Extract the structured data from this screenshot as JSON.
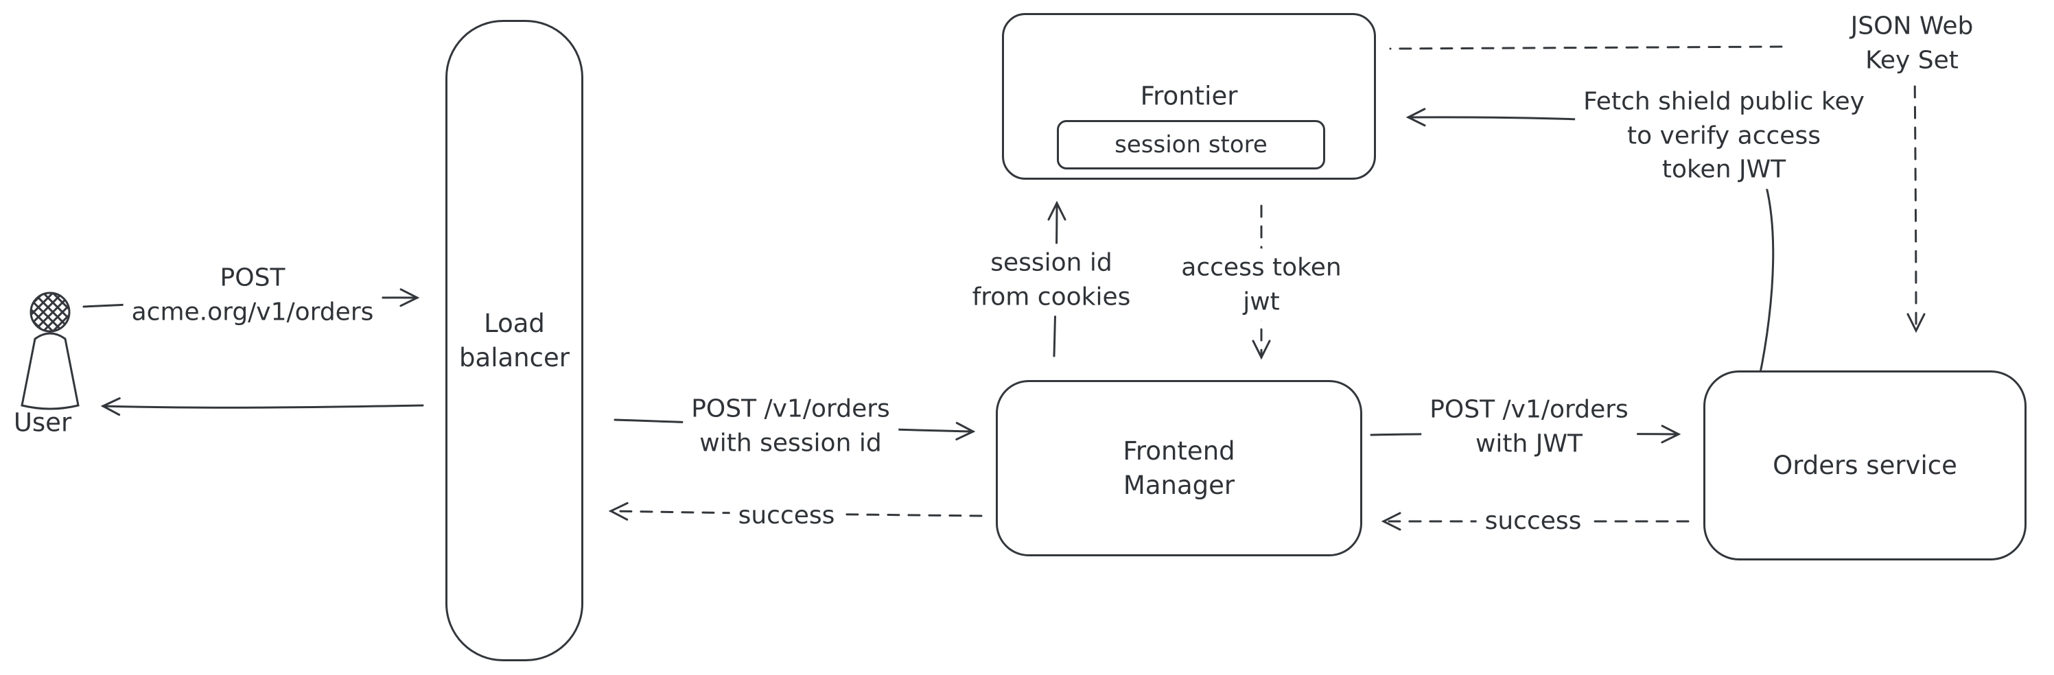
{
  "colors": {
    "stroke": "#33373c",
    "text": "#2f3338",
    "hatch_fill": "#c2c7cd",
    "background": "#ffffff"
  },
  "nodes": {
    "user": "User",
    "load_balancer": "Load\nbalancer",
    "frontier": "Frontier",
    "session_store": "session store",
    "frontend_manager": "Frontend\nManager",
    "orders_service": "Orders service"
  },
  "edge_labels": {
    "post_acme_orders": "POST\nacme.org/v1/orders",
    "post_orders_session": "POST /v1/orders\nwith session id",
    "success_lb": "success",
    "session_id_cookies": "session id\nfrom cookies",
    "access_token_jwt": "access token\njwt",
    "post_orders_jwt": "POST /v1/orders\nwith JWT",
    "success_orders": "success",
    "json_web_key_set": "JSON Web Key Set",
    "fetch_shield_key": "Fetch shield public key\nto verify access\ntoken JWT"
  }
}
